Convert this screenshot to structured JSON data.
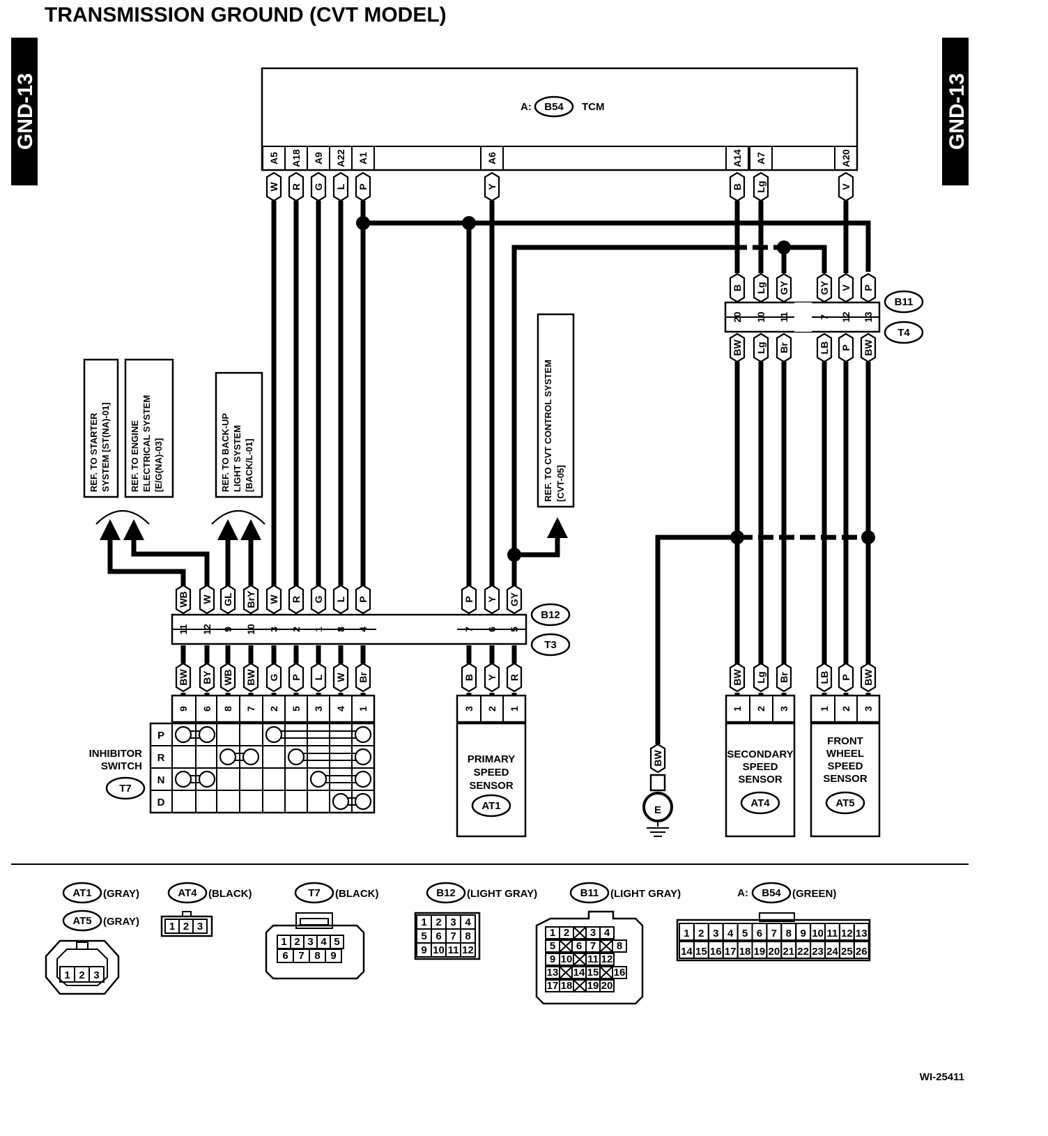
{
  "title": "TRANSMISSION GROUND (CVT MODEL)",
  "side_tab": "GND-13",
  "figure_id": "WI-25411",
  "tcm": {
    "prefix": "A:",
    "connector": "B54",
    "name": "TCM"
  },
  "tcm_pins": [
    {
      "pin": "A5",
      "wire": "W"
    },
    {
      "pin": "A18",
      "wire": "R"
    },
    {
      "pin": "A9",
      "wire": "G"
    },
    {
      "pin": "A22",
      "wire": "L"
    },
    {
      "pin": "A1",
      "wire": "P"
    },
    {
      "pin": "A6",
      "wire": "Y"
    },
    {
      "pin": "A14",
      "wire": "B"
    },
    {
      "pin": "A7",
      "wire": "Lg"
    },
    {
      "pin": "A20",
      "wire": "V"
    }
  ],
  "references": [
    "REF. TO STARTER\nSYSTEM [ST(NA)-01]",
    "REF. TO ENGINE\nELECTRICAL SYSTEM\n[E/G(NA)-03]",
    "REF. TO BACK-UP\nLIGHT SYSTEM\n[BACK/L-01]",
    "REF. TO CVT CONTROL SYSTEM\n[CVT-05]"
  ],
  "connectors": {
    "b12": "B12",
    "t3": "T3",
    "b11": "B11",
    "t4": "T4",
    "t7": "T7",
    "at1": "AT1",
    "at4": "AT4",
    "at5": "AT5"
  },
  "b12_t3": {
    "top_wires": [
      "WB",
      "W",
      "GL",
      "BrY",
      "W",
      "R",
      "G",
      "L",
      "P",
      "P",
      "Y",
      "GY"
    ],
    "pins": [
      "11",
      "12",
      "9",
      "10",
      "3",
      "2",
      "1",
      "8",
      "4",
      "7",
      "6",
      "5"
    ],
    "bottom_wires": [
      "BW",
      "BY",
      "WB",
      "BW",
      "G",
      "P",
      "L",
      "W",
      "Br",
      "B",
      "Y",
      "R"
    ]
  },
  "b11_t4": {
    "top_wires": [
      "B",
      "Lg",
      "GY",
      "GY",
      "V",
      "P"
    ],
    "pins": [
      "20",
      "10",
      "11",
      "7",
      "12",
      "13"
    ],
    "bottom_wires": [
      "BW",
      "Lg",
      "Br",
      "LB",
      "P",
      "BW"
    ]
  },
  "inhibitor_switch": {
    "label": "INHIBITOR\nSWITCH",
    "pins": [
      "9",
      "6",
      "8",
      "7",
      "2",
      "5",
      "3",
      "4",
      "1"
    ],
    "positions": [
      "P",
      "R",
      "N",
      "D"
    ]
  },
  "primary_sensor": {
    "label": "PRIMARY\nSPEED\nSENSOR",
    "pins": [
      "3",
      "2",
      "1"
    ]
  },
  "secondary_sensor": {
    "label": "SECONDARY\nSPEED\nSENSOR",
    "wires": [
      "BW",
      "Lg",
      "Br"
    ],
    "pins": [
      "1",
      "2",
      "3"
    ]
  },
  "front_sensor": {
    "label": "FRONT\nWHEEL\nSPEED\nSENSOR",
    "wires": [
      "LB",
      "P",
      "BW"
    ],
    "pins": [
      "1",
      "2",
      "3"
    ]
  },
  "ground": {
    "wire": "BW",
    "symbol": "E"
  },
  "legend": [
    {
      "connector": "AT1",
      "color": "(GRAY)"
    },
    {
      "connector": "AT5",
      "color": "(GRAY)"
    },
    {
      "connector": "AT4",
      "color": "(BLACK)"
    },
    {
      "connector": "T7",
      "color": "(BLACK)"
    },
    {
      "connector": "B12",
      "color": "(LIGHT GRAY)"
    },
    {
      "connector": "B11",
      "color": "(LIGHT GRAY)"
    },
    {
      "connector": "B54",
      "prefix": "A:",
      "color": "(GREEN)"
    }
  ],
  "legend_pins": {
    "at1": [
      "1",
      "2",
      "3"
    ],
    "at4": [
      "1",
      "2",
      "3"
    ],
    "t7": [
      [
        "1",
        "2",
        "3",
        "4",
        "5"
      ],
      [
        "6",
        "7",
        "8",
        "9"
      ]
    ],
    "b12": [
      [
        "1",
        "2",
        "3",
        "4"
      ],
      [
        "5",
        "6",
        "7",
        "8"
      ],
      [
        "9",
        "10",
        "11",
        "12"
      ]
    ],
    "b11": [
      [
        "1",
        "2",
        "",
        "3",
        "4"
      ],
      [
        "5",
        "",
        "6",
        "7",
        "",
        "8"
      ],
      [
        "9",
        "10",
        "",
        "11",
        "12"
      ],
      [
        "13",
        "",
        "14",
        "15",
        "",
        "16"
      ],
      [
        "17",
        "18",
        "",
        "19",
        "20"
      ]
    ],
    "b54": [
      [
        "1",
        "2",
        "3",
        "4",
        "5",
        "6",
        "7",
        "8",
        "9",
        "10",
        "11",
        "12",
        "13"
      ],
      [
        "14",
        "15",
        "16",
        "17",
        "18",
        "19",
        "20",
        "21",
        "22",
        "23",
        "24",
        "25",
        "26"
      ]
    ]
  }
}
